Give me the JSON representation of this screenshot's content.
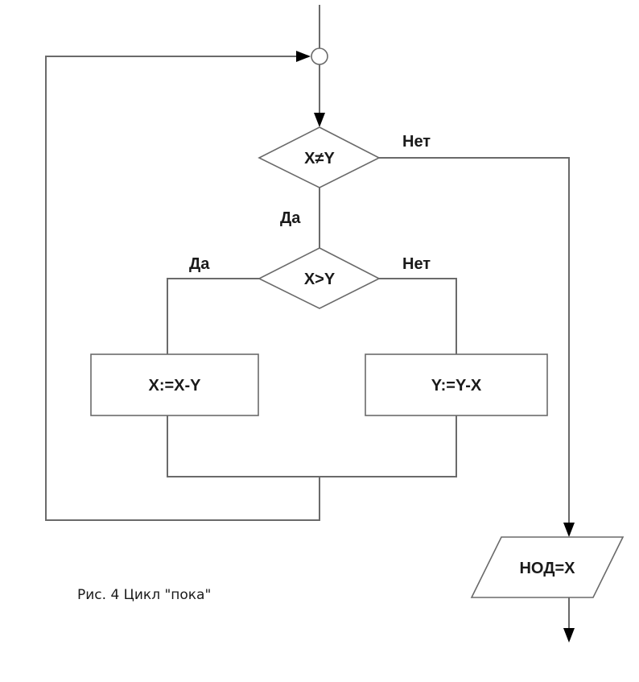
{
  "diagram": {
    "type": "flowchart",
    "title": "Рис. 4  Цикл \"пока\"",
    "nodes": [
      {
        "id": "merge",
        "type": "connector",
        "label": ""
      },
      {
        "id": "cond_neq",
        "type": "decision",
        "label": "X≠Y"
      },
      {
        "id": "cond_gt",
        "type": "decision",
        "label": "X>Y"
      },
      {
        "id": "assign_x",
        "type": "process",
        "label": "X:=X-Y"
      },
      {
        "id": "assign_y",
        "type": "process",
        "label": "Y:=Y-X"
      },
      {
        "id": "output",
        "type": "io",
        "label": "НОД=X"
      }
    ],
    "edge_labels": {
      "neq_yes": "Да",
      "neq_no": "Нет",
      "gt_yes": "Да",
      "gt_no": "Нет"
    },
    "edges": [
      {
        "from": "entry",
        "to": "merge"
      },
      {
        "from": "merge",
        "to": "cond_neq"
      },
      {
        "from": "cond_neq",
        "to": "cond_gt",
        "label": "Да"
      },
      {
        "from": "cond_neq",
        "to": "output",
        "label": "Нет"
      },
      {
        "from": "cond_gt",
        "to": "assign_x",
        "label": "Да"
      },
      {
        "from": "cond_gt",
        "to": "assign_y",
        "label": "Нет"
      },
      {
        "from": "assign_x",
        "to": "merge"
      },
      {
        "from": "assign_y",
        "to": "merge"
      },
      {
        "from": "output",
        "to": "exit"
      }
    ]
  }
}
